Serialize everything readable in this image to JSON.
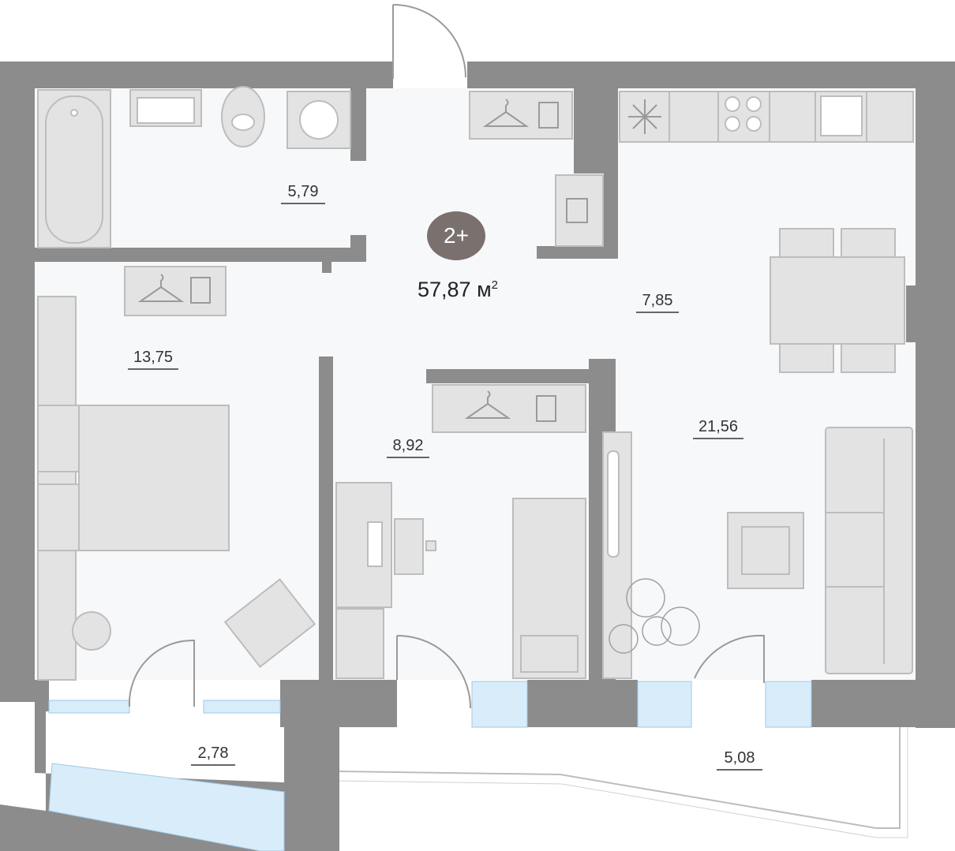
{
  "plan": {
    "type_badge": "2+",
    "total_area_value": "57,87",
    "total_area_unit": "м",
    "total_area_superscript": "2",
    "colors": {
      "wall": "#8c8c8c",
      "floor": "#f7f8fa",
      "furniture": "#e3e3e3",
      "furniture_stroke": "#bdbdbd",
      "window": "#d8ecfa",
      "badge": "#7a716e"
    }
  },
  "rooms": {
    "bathroom": {
      "area": "5,79"
    },
    "bedroom": {
      "area": "13,75"
    },
    "hall": {
      "area": "7,85"
    },
    "study": {
      "area": "8,92"
    },
    "living_kitchen": {
      "area": "21,56"
    },
    "loggia_left": {
      "area": "2,78"
    },
    "loggia_right": {
      "area": "5,08"
    }
  }
}
